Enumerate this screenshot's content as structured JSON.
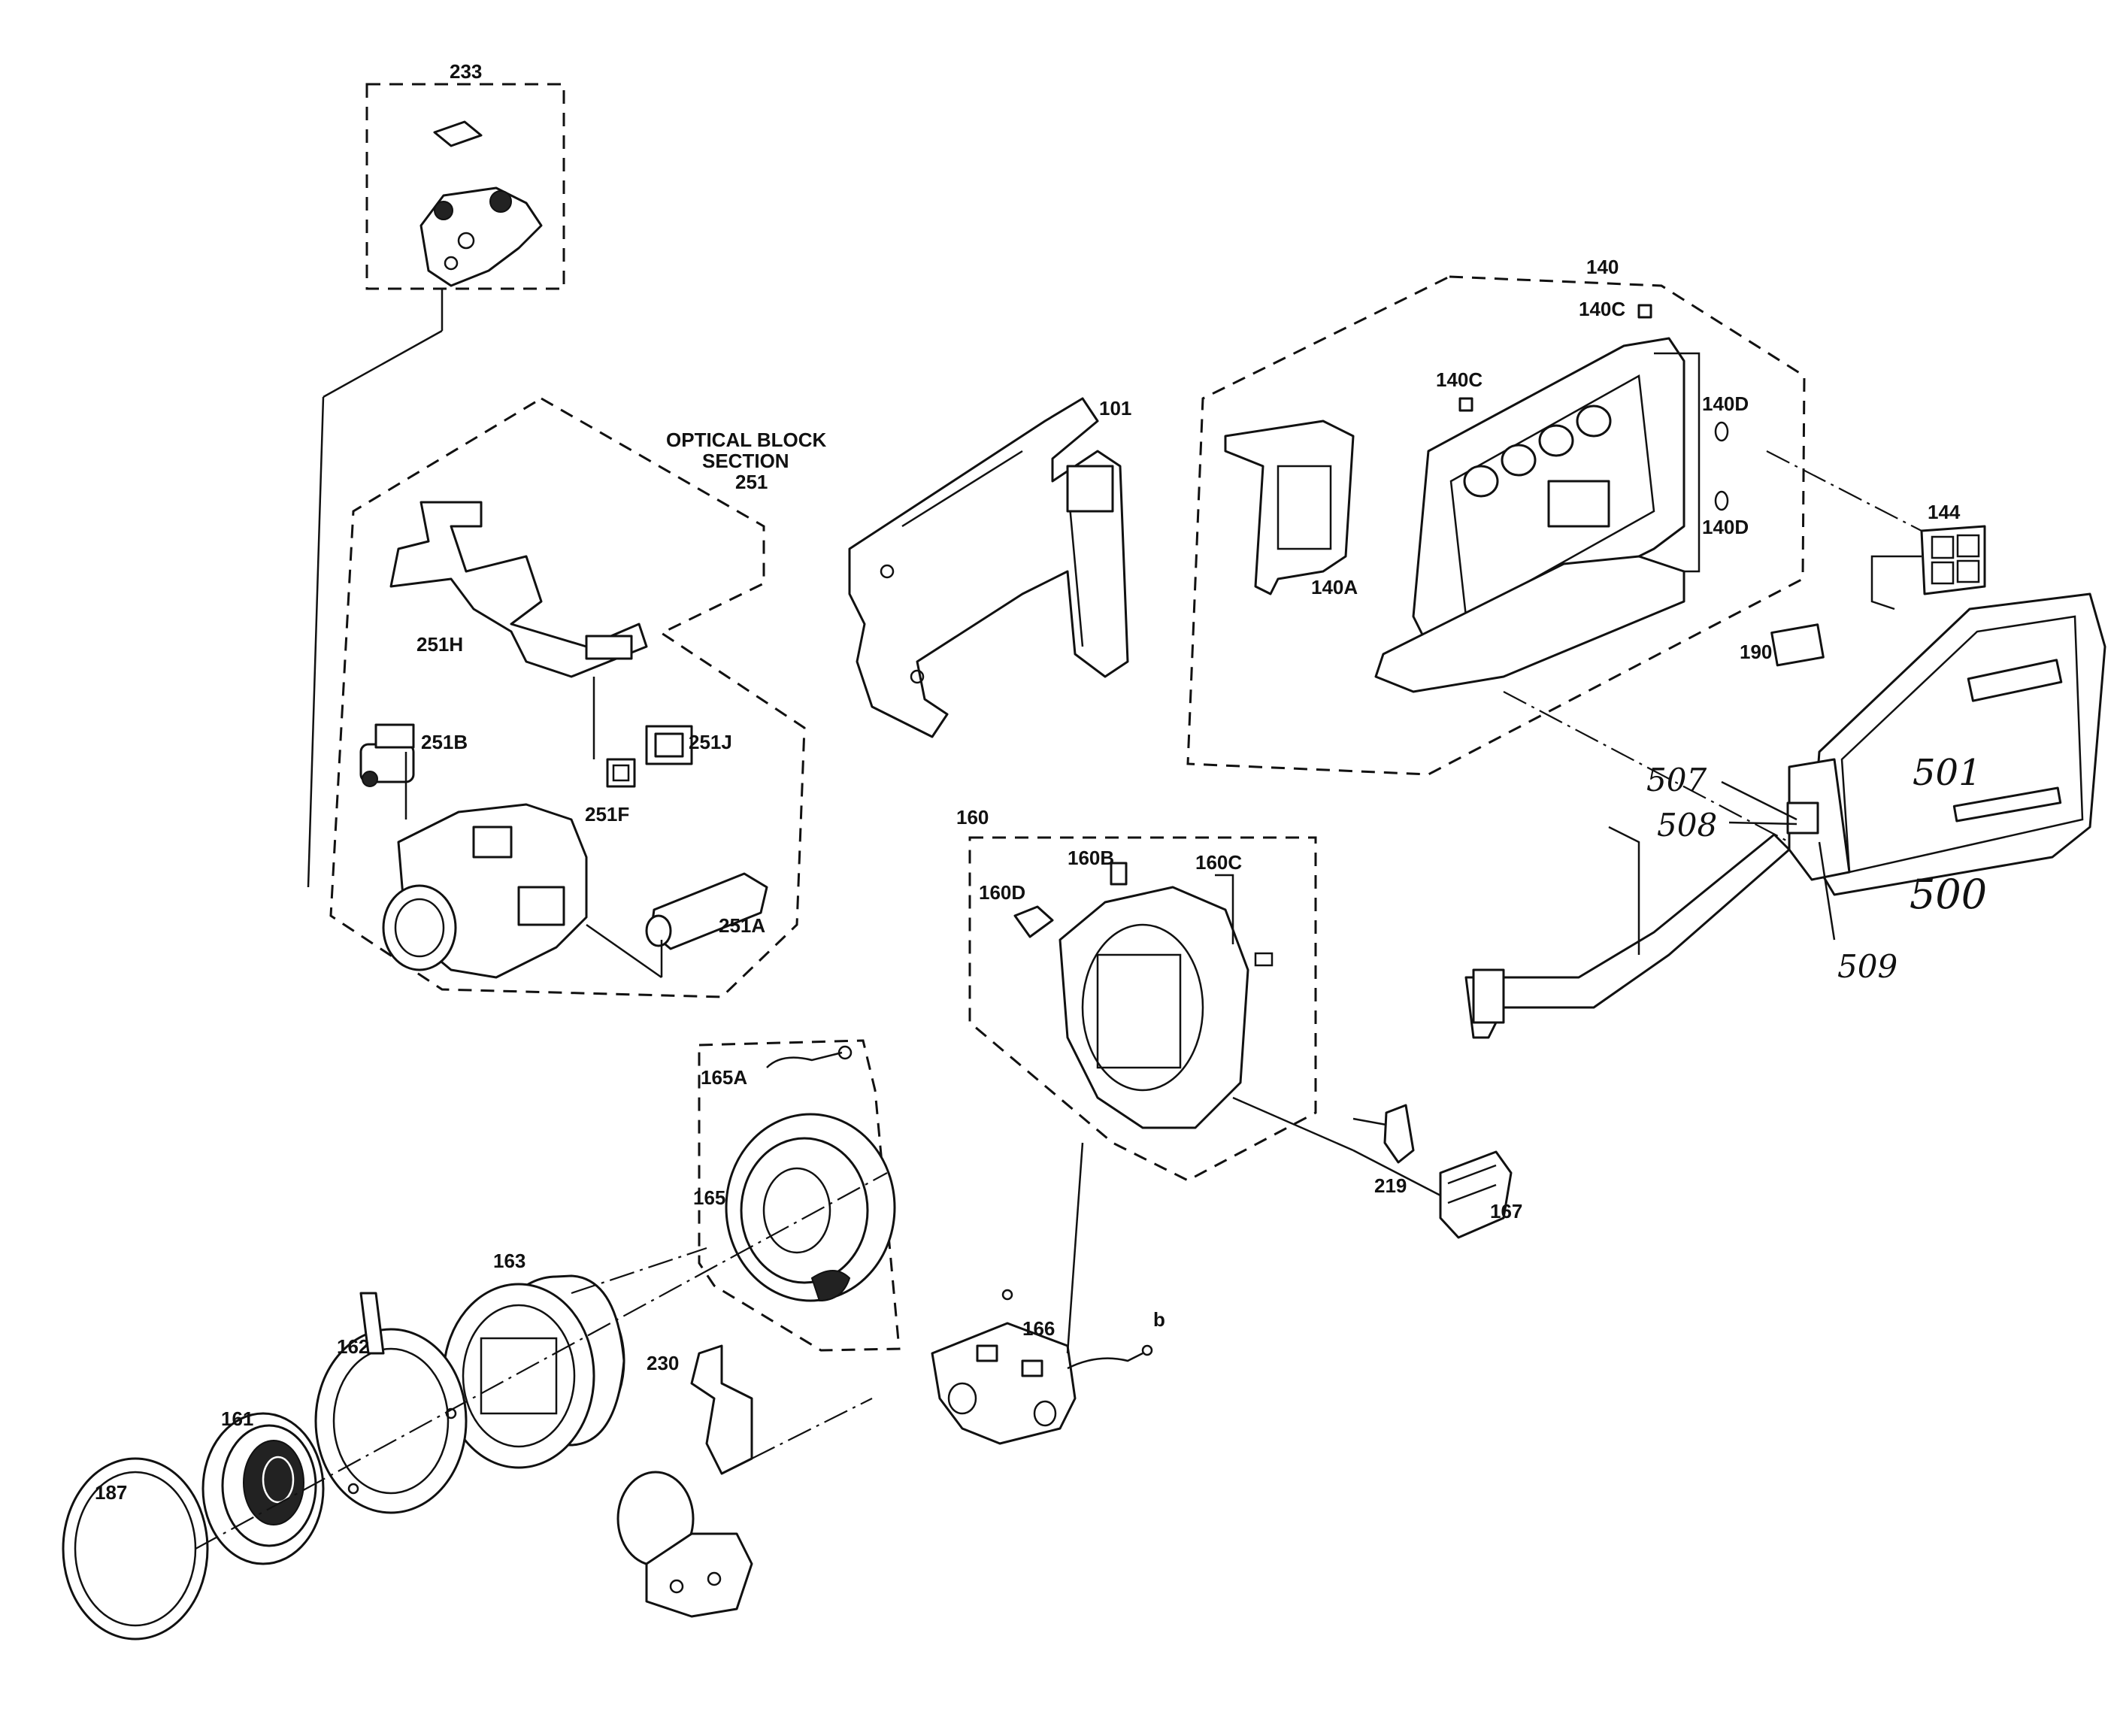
{
  "callouts": {
    "c233": "233",
    "optical_block_line1": "OPTICAL BLOCK",
    "optical_block_line2": "SECTION",
    "c251": "251",
    "c251H": "251H",
    "c251B": "251B",
    "c251J": "251J",
    "c251F": "251F",
    "c251A": "251A",
    "c101": "101",
    "c140": "140",
    "c140C_top": "140C",
    "c140C": "140C",
    "c140D_top": "140D",
    "c140D_bottom": "140D",
    "c140A": "140A",
    "c144": "144",
    "c190": "190",
    "c507": "507",
    "c501": "501",
    "c508": "508",
    "c500": "500",
    "c509": "509",
    "c160": "160",
    "c160B": "160B",
    "c160C": "160C",
    "c160D": "160D",
    "c165A": "165A",
    "c165": "165",
    "c163": "163",
    "c162": "162",
    "c161": "161",
    "c187": "187",
    "c230": "230",
    "c166": "166",
    "cb": "b",
    "c219": "219",
    "c167": "167"
  }
}
